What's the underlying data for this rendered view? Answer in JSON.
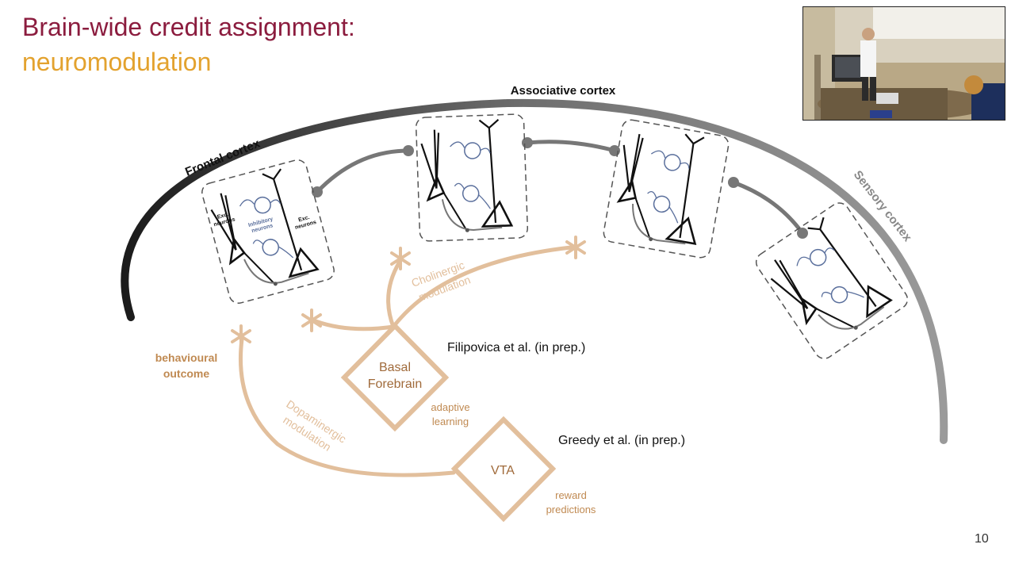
{
  "slide": {
    "title_line1": "Brain-wide credit assignment:",
    "title_line2": "neuromodulation",
    "page_number": "10"
  },
  "regions": {
    "frontal": "Frontal cortex",
    "associative": "Associative cortex",
    "sensory": "Sensory cortex"
  },
  "microcircuit_labels": {
    "exc_left_1": "Exc.",
    "exc_left_2": "neurons",
    "inhib_1": "Inhibitory",
    "inhib_2": "neurons",
    "exc_right_1": "Exc.",
    "exc_right_2": "neurons"
  },
  "neuromodulators": {
    "basal_1": "Basal",
    "basal_2": "Forebrain",
    "vta": "VTA",
    "cholinergic_1": "Cholinergic",
    "cholinergic_2": "modulation",
    "dopaminergic_1": "Dopaminergic",
    "dopaminergic_2": "modulation",
    "adaptive_1": "adaptive",
    "adaptive_2": "learning",
    "reward_1": "reward",
    "reward_2": "predictions",
    "behav_1": "behavioural",
    "behav_2": "outcome"
  },
  "citations": {
    "filipovica": "Filipovica et al. (in prep.)",
    "greedy": "Greedy et al. (in prep.)"
  },
  "colors": {
    "title_red": "#8b1c3e",
    "title_orange": "#e3a22e",
    "neuromod": "#e2bf9c",
    "neuromod_text": "#c08a52",
    "inhibitory": "#5a6f9c"
  }
}
